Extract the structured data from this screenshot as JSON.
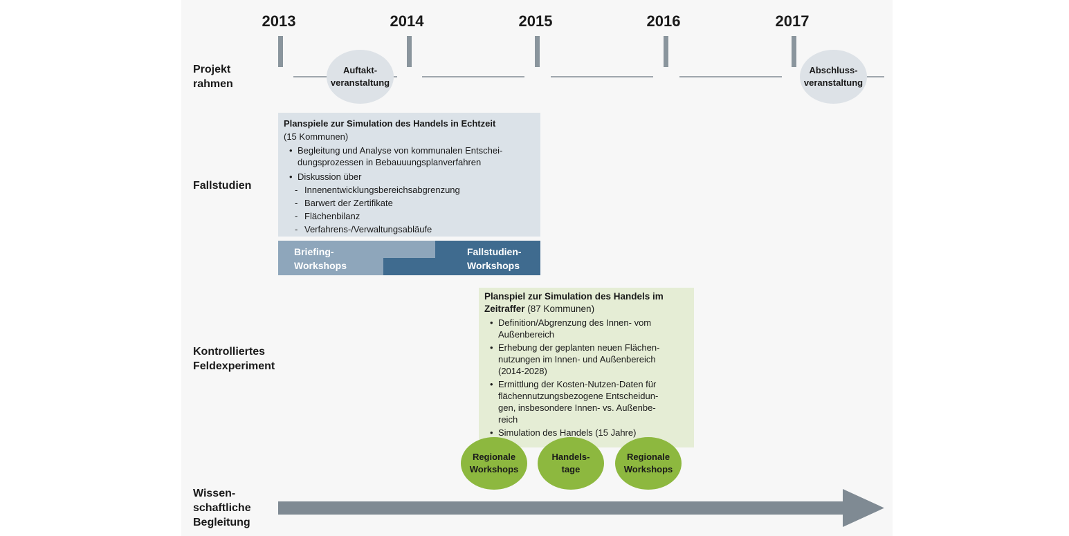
{
  "timeline": {
    "years": [
      "2013",
      "2014",
      "2015",
      "2016",
      "2017"
    ]
  },
  "rows": {
    "projektrahmen": "Projekt\nrahmen",
    "fallstudien": "Fallstudien",
    "feldexperiment": "Kontrolliertes\nFeldexperiment",
    "begleitung": "Wissen-\nschaftliche\nBegleitung"
  },
  "events": {
    "auftakt": "Auftakt-\nveranstaltung",
    "abschluss": "Abschluss-\nveranstaltung"
  },
  "fallstudien_box": {
    "title": "Planspiele zur Simulation des Handels in Echtzeit",
    "subtitle": "(15 Kommunen)",
    "bullets": [
      "Begleitung und Analyse von kommunalen Entschei-\ndungsprozessen in Bebauuungsplanverfahren",
      "Diskussion über"
    ],
    "sub_items": [
      "Innenentwicklungsbereichsabgrenzung",
      "Barwert der Zertifikate",
      "Flächenbilanz",
      "Verfahrens-/Verwaltungsabläufe"
    ]
  },
  "workshops": {
    "briefing": "Briefing-\nWorkshops",
    "fallstudien": "Fallstudien-\nWorkshops"
  },
  "feldexperiment_box": {
    "title": "Planspiel zur Simulation des Handels im Zeitraffer",
    "title_suffix": " (87 Kommunen)",
    "bullets": [
      "Definition/Abgrenzung des Innen- vom\nAußenbereich",
      "Erhebung der geplanten neuen Flächen-\nnutzungen im Innen- und Außenbereich\n(2014-2028)",
      "Ermittlung der Kosten-Nutzen-Daten für\nflächennutzungsbezogene Entscheidun-\ngen, insbesondere Innen- vs. Außenbe-\nreich",
      "Simulation des Handels (15 Jahre)"
    ]
  },
  "circles": {
    "regional1": "Regionale\nWorkshops",
    "handelstage": "Handels-\ntage",
    "regional2": "Regionale\nWorkshops"
  },
  "colors": {
    "tick": "#8a959d",
    "blue_box": "#dbe2e8",
    "briefing": "#8ea6bb",
    "fallstudien_ws": "#3f6b8f",
    "green_box": "#e5edd5",
    "green_circle": "#8db83f",
    "arrow": "#7f8a93"
  }
}
